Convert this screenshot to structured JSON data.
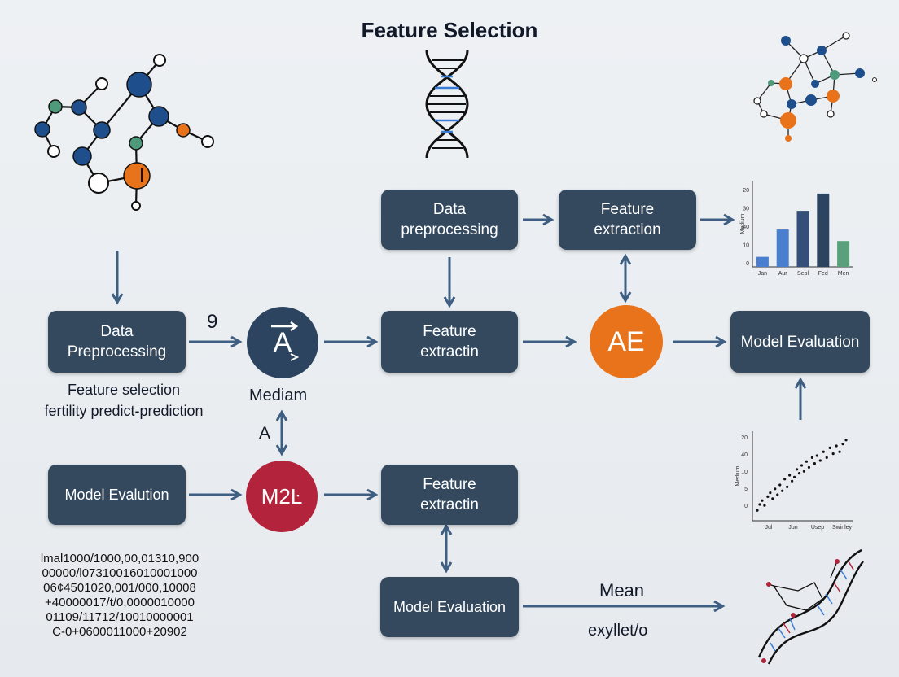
{
  "title": "Feature Selection",
  "boxes": {
    "data_preprocessing_top": "Data\npreprocessing",
    "feature_extraction_top": "Feature\nextraction",
    "data_preprocessing_left": "Data\nPreprocessing",
    "feature_extractin_mid": "Feature\nextractin",
    "model_evaluation_right": "Model Evaluation",
    "model_evalution_left": "Model Evalution",
    "feature_extractin_bottom": "Feature\nextractin",
    "model_evaluation_bottom": "Model Evaluation"
  },
  "circles": {
    "a_vector": "A",
    "ae": "AE",
    "m2": "M2Ŀ"
  },
  "labels": {
    "nine": "9",
    "mediam": "Mediam",
    "a_small": "A",
    "mean": "Mean",
    "exyllet": "exyllet/o",
    "caption": "Feature selection\nfertility predict-prediction",
    "binary": "lmal1000/1000,00,01310,900\n00000/l07310016010001000\n06¢4501020,001/000,10008\n+40000017/t/0,0000010000\n01109/11712/10010000001\nC-0+0600011000+20902"
  },
  "colors": {
    "box": "#34495e",
    "arrow": "#3f5f82",
    "navy_circle": "#2c4460",
    "orange": "#e8731a",
    "crimson": "#b4233c",
    "node_blue": "#1f4e8c",
    "node_green": "#4e9a7a",
    "node_orange": "#e8731a"
  },
  "chart_data": [
    {
      "type": "bar",
      "categories": [
        "Jan",
        "Aur",
        "Sepl",
        "Fed",
        "Men"
      ],
      "values": [
        7,
        26,
        39,
        51,
        18
      ],
      "ylim": [
        0,
        60
      ],
      "yticks": [
        "0",
        "10",
        "40",
        "30",
        "20"
      ],
      "ylabel": "Medium",
      "colors": [
        "#4a7fd0",
        "#4a7fd0",
        "#34507a",
        "#2c4460",
        "#5aa07a"
      ],
      "grid": false
    },
    {
      "type": "scatter",
      "xticks": [
        "Jul",
        "Jun",
        "Usep",
        "Swinley"
      ],
      "yticks": [
        "0",
        "5",
        "10",
        "40",
        "20"
      ],
      "ylabel": "Medium",
      "x": [
        2,
        5,
        8,
        11,
        15,
        18,
        21,
        24,
        27,
        30,
        33,
        36,
        39,
        42,
        45,
        48,
        51,
        54,
        57,
        60,
        63,
        66,
        70,
        73,
        76,
        80,
        84,
        88,
        92,
        96,
        100,
        104,
        108,
        112
      ],
      "y": [
        4,
        10,
        14,
        9,
        18,
        22,
        16,
        26,
        20,
        30,
        24,
        36,
        28,
        40,
        34,
        38,
        46,
        42,
        50,
        44,
        54,
        48,
        58,
        52,
        60,
        55,
        64,
        58,
        68,
        62,
        70,
        64,
        72,
        76
      ],
      "xlim": [
        0,
        115
      ],
      "ylim": [
        0,
        80
      ],
      "grid": false
    }
  ]
}
